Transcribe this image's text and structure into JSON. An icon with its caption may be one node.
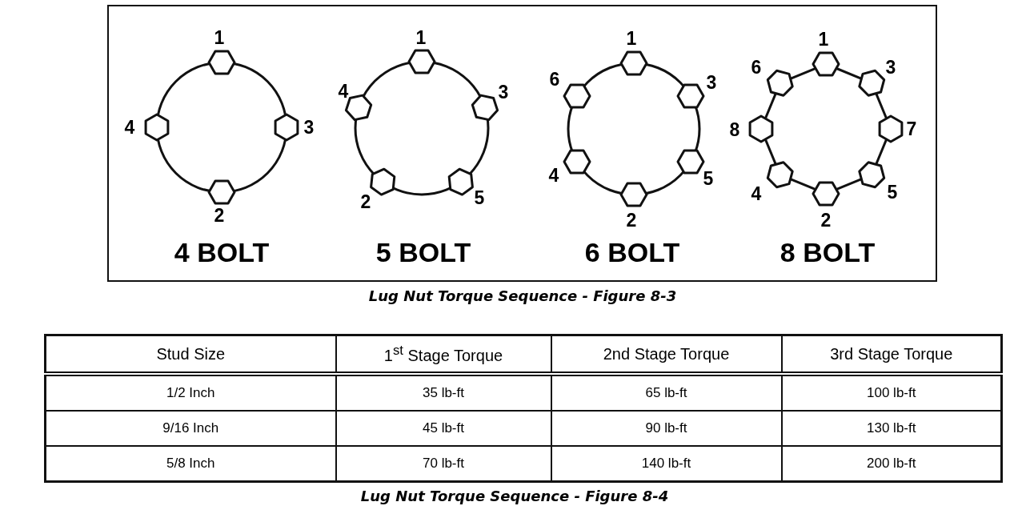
{
  "diagram": {
    "labels": [
      "1",
      "4",
      "3",
      "2",
      "4 BOLT",
      "1",
      "4",
      "3",
      "2",
      "5",
      "5 BOLT",
      "1",
      "6",
      "3",
      "4",
      "5",
      "2",
      "6 BOLT",
      "1",
      "6",
      "3",
      "8",
      "7",
      "4",
      "5",
      "2",
      "8 BOLT",
      "Lug Nut Torque Sequence - Figure 8-3",
      "Stud Size",
      "1$^{st}$ Stage Torque",
      "2nd Stage Torque",
      "3rd Stage Torque",
      "1/2 Inch",
      "35 lb-ft",
      "65 lb-ft",
      "100 lb-ft",
      "9/16 Inch",
      "45 lb-ft",
      "90 lb-ft",
      "130 lb-ft",
      "5/8 Inch",
      "70 lb-ft",
      "140 lb-ft",
      "200 lb-ft",
      "Lug Nut Torque Sequence - Figure 8-4"
    ]
  }
}
